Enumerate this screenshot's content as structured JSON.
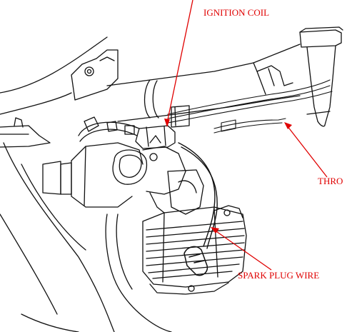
{
  "labels": {
    "ignition_coil": "IGNITION COIL",
    "throttle": "THRO",
    "spark_plug_wire": "SPARK PLUG WIRE"
  },
  "colors": {
    "callout": "#e00000",
    "linework": "#111111",
    "background": "#ffffff"
  }
}
